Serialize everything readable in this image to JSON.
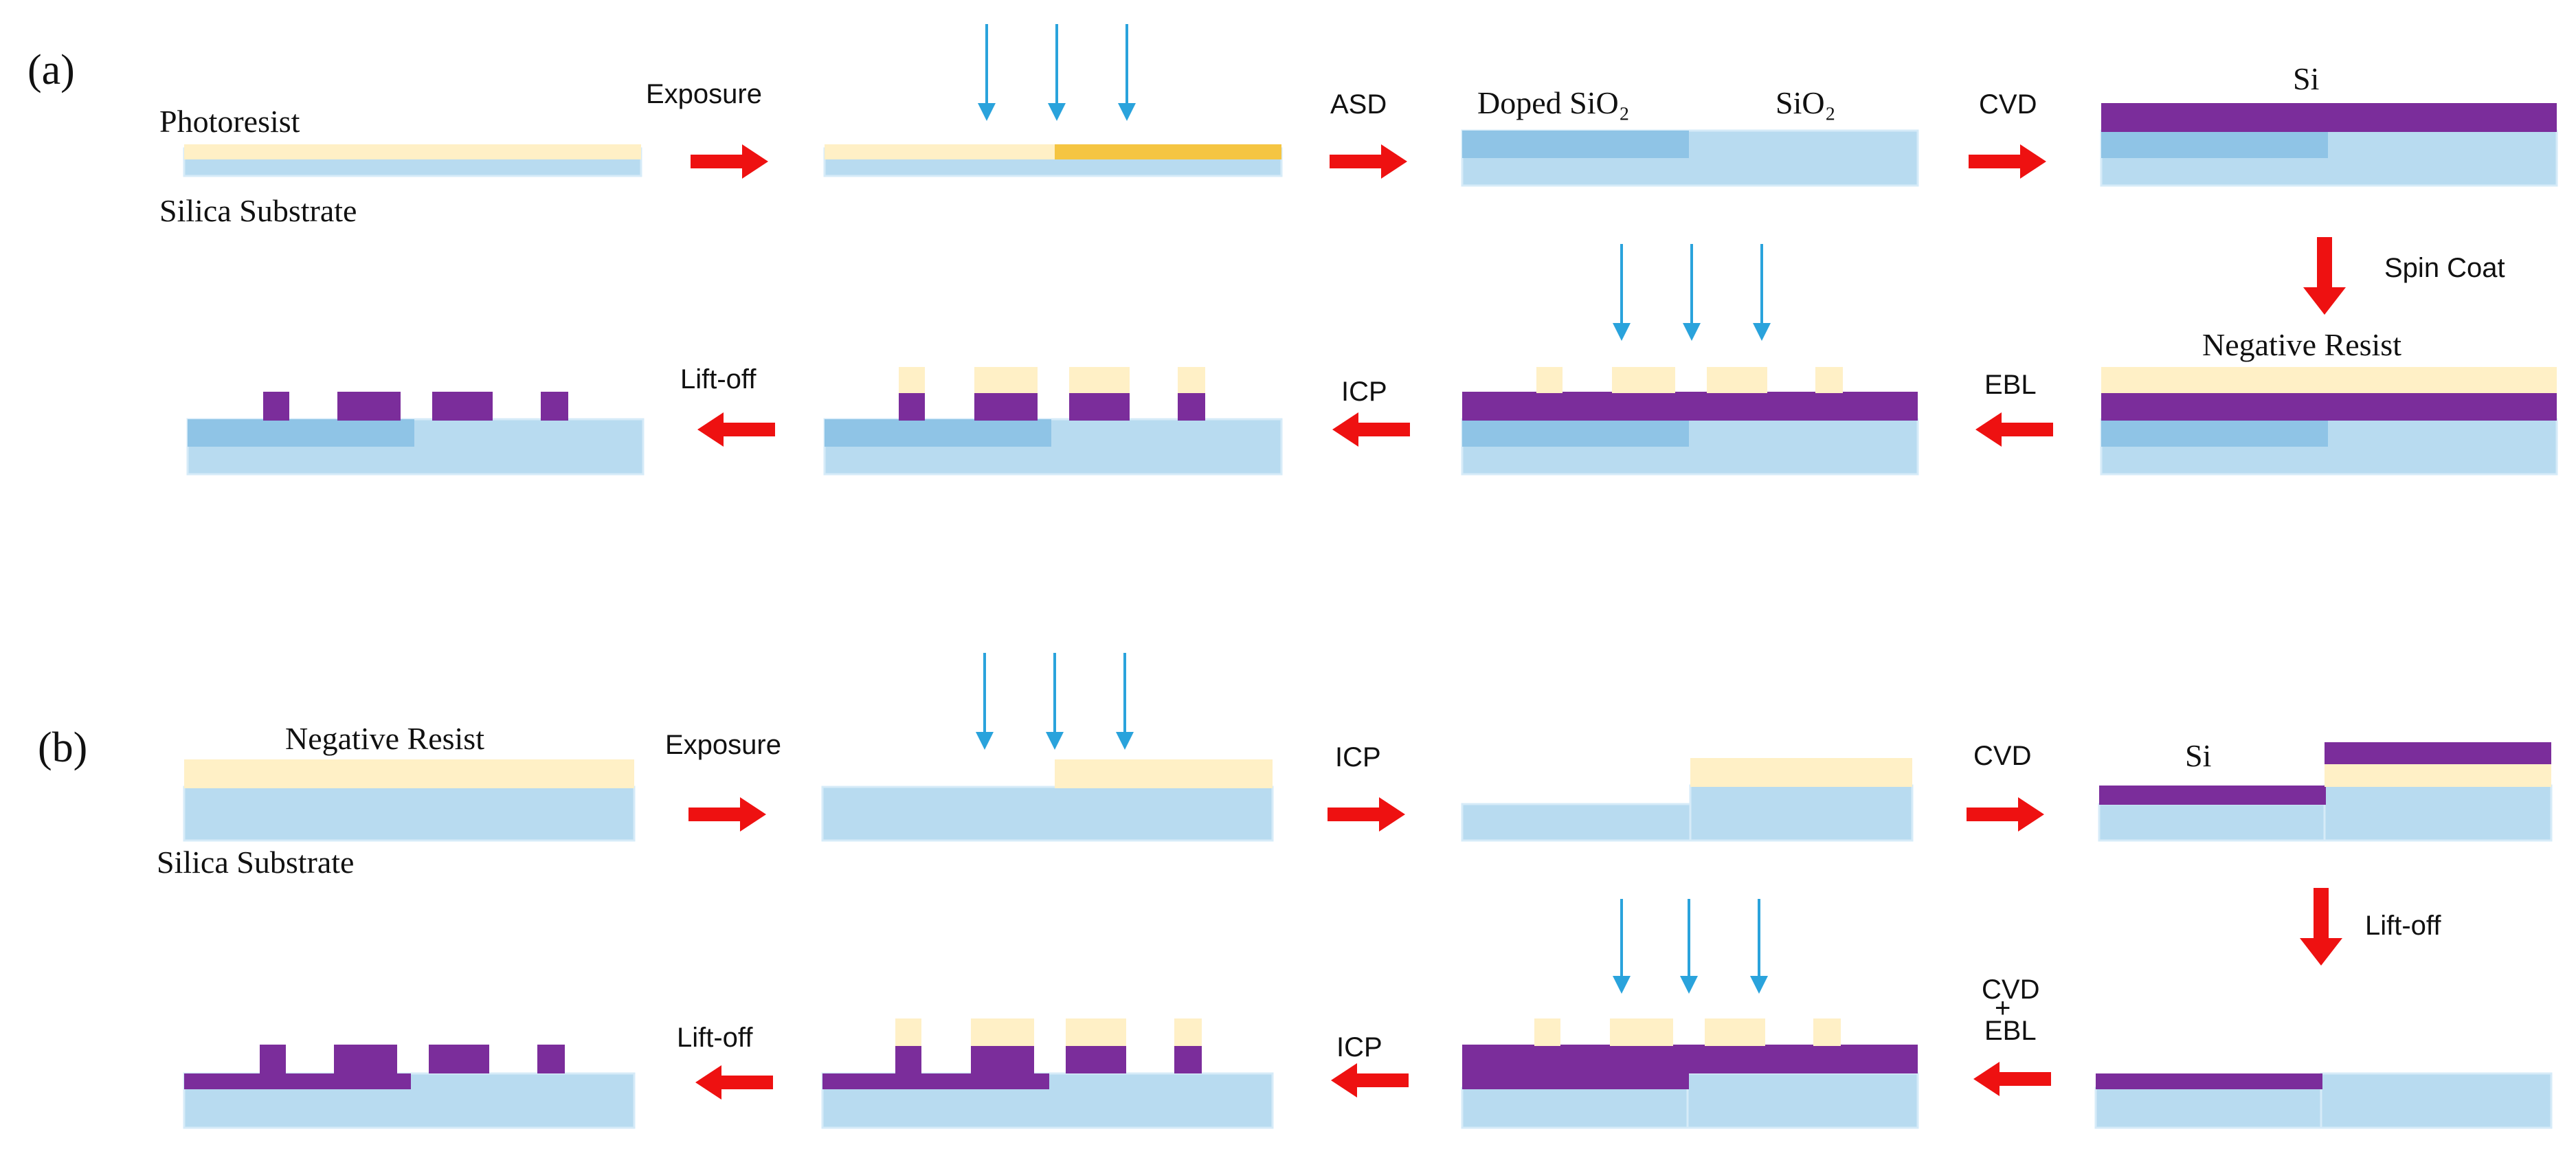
{
  "colors": {
    "substrate": "#B8DBF0",
    "substrate_edge": "#D6EBF8",
    "doped": "#8FC4E6",
    "resist": "#FFF0C6",
    "exposed_resist": "#F5C542",
    "silicon": "#7B2D9B",
    "arrow_red": "#EE1111",
    "arrow_blue": "#2AA3DC"
  },
  "panel_a": {
    "label": "(a)",
    "photoresist": "Photoresist",
    "silica_substrate": "Silica Substrate",
    "doped_sio2": "Doped SiO₂",
    "sio2": "SiO₂",
    "si": "Si",
    "negative_resist": "Negative Resist",
    "steps": {
      "exposure": "Exposure",
      "asd": "ASD",
      "cvd": "CVD",
      "spin_coat": "Spin Coat",
      "ebl": "EBL",
      "icp": "ICP",
      "lift_off": "Lift-off"
    }
  },
  "panel_b": {
    "label": "(b)",
    "negative_resist": "Negative Resist",
    "silica_substrate": "Silica Substrate",
    "si": "Si",
    "steps": {
      "exposure": "Exposure",
      "icp": "ICP",
      "cvd": "CVD",
      "lift_off_down": "Lift-off",
      "cvd_ebl_1": "CVD",
      "cvd_ebl_plus": "+",
      "cvd_ebl_2": "EBL",
      "icp_2": "ICP",
      "lift_off": "Lift-off"
    }
  }
}
